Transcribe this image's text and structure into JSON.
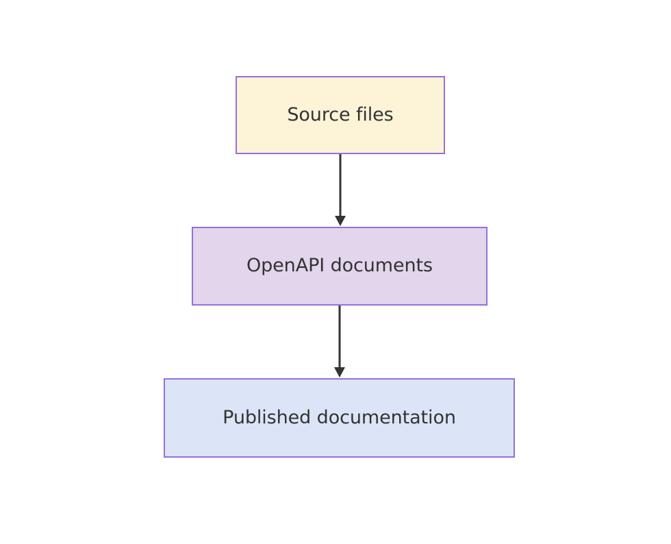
{
  "diagram": {
    "type": "flowchart",
    "direction": "top-to-bottom",
    "background_color": "#ffffff",
    "nodes": [
      {
        "id": "source-files",
        "label": "Source files",
        "fill_color": "#fdf3d7",
        "border_color": "#9370db",
        "text_color": "#333333"
      },
      {
        "id": "openapi-documents",
        "label": "OpenAPI documents",
        "fill_color": "#e2d5ec",
        "border_color": "#9370db",
        "text_color": "#333333"
      },
      {
        "id": "published-documentation",
        "label": "Published documentation",
        "fill_color": "#dce5f7",
        "border_color": "#9370db",
        "text_color": "#333333"
      }
    ],
    "edges": [
      {
        "id": "edge-source-to-openapi",
        "from": "source-files",
        "to": "openapi-documents",
        "label": "",
        "color": "#333333",
        "arrowhead": "filled-triangle"
      },
      {
        "id": "edge-openapi-to-published",
        "from": "openapi-documents",
        "to": "published-documentation",
        "label": "",
        "color": "#333333",
        "arrowhead": "filled-triangle"
      }
    ]
  }
}
